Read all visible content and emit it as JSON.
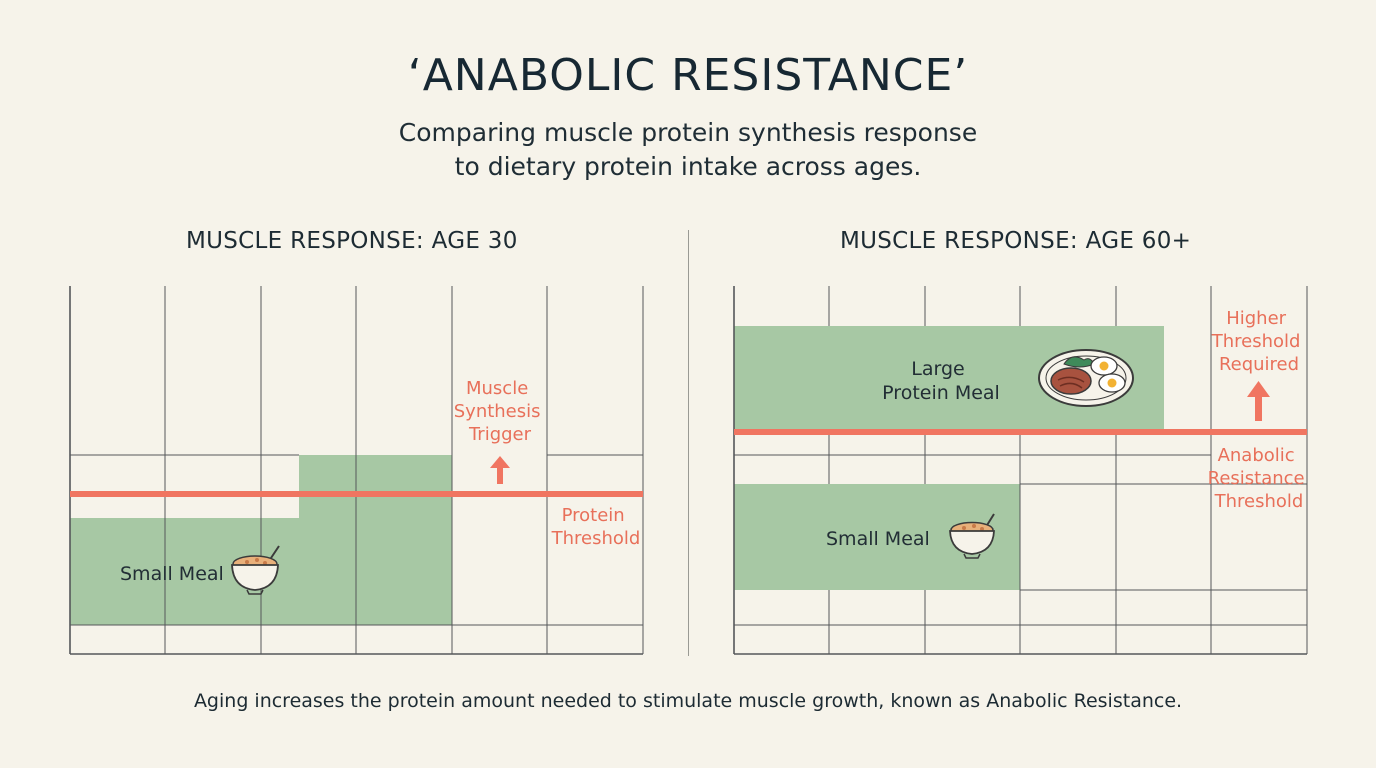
{
  "title": "‘ANABOLIC RESISTANCE’",
  "subtitle_line1": "Comparing muscle protein synthesis response",
  "subtitle_line2": "to dietary protein intake across ages.",
  "panel_left": {
    "heading": "MUSCLE RESPONSE: AGE 30",
    "meal_label": "Small Meal",
    "meal_icon": "rice-bowl-icon",
    "trigger_label": [
      "Muscle",
      "Synthesis",
      "Trigger"
    ],
    "threshold_label": [
      "Protein",
      "Threshold"
    ]
  },
  "panel_right": {
    "heading": "MUSCLE RESPONSE: AGE 60+",
    "large_meal_label": [
      "Large",
      "Protein Meal"
    ],
    "large_meal_icon": "steak-and-eggs-plate-icon",
    "small_meal_label": "Small Meal",
    "small_meal_icon": "rice-bowl-icon",
    "higher_label": [
      "Higher",
      "Threshold",
      "Required"
    ],
    "threshold_label": [
      "Anabolic",
      "Resistance",
      "Threshold"
    ]
  },
  "footer": "Aging increases the protein amount needed to stimulate muscle growth, known as Anabolic Resistance.",
  "colors": {
    "background": "#f6f3ea",
    "bar_green": "#a7c8a4",
    "threshold_red": "#f07561",
    "text_dark": "#1d2b33",
    "grid": "#55575a"
  }
}
